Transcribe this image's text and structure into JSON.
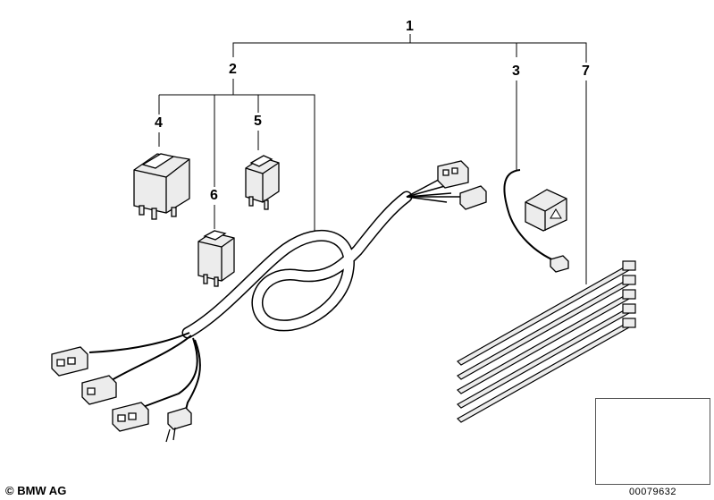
{
  "callouts": [
    {
      "label": "1"
    },
    {
      "label": "2"
    },
    {
      "label": "3"
    },
    {
      "label": "4"
    },
    {
      "label": "5"
    },
    {
      "label": "6"
    },
    {
      "label": "7"
    }
  ],
  "footer": {
    "copyright": "© BMW AG",
    "document_number": "00079632"
  },
  "colors": {
    "line": "#000000",
    "part_fill": "#ececec",
    "background": "#ffffff"
  }
}
